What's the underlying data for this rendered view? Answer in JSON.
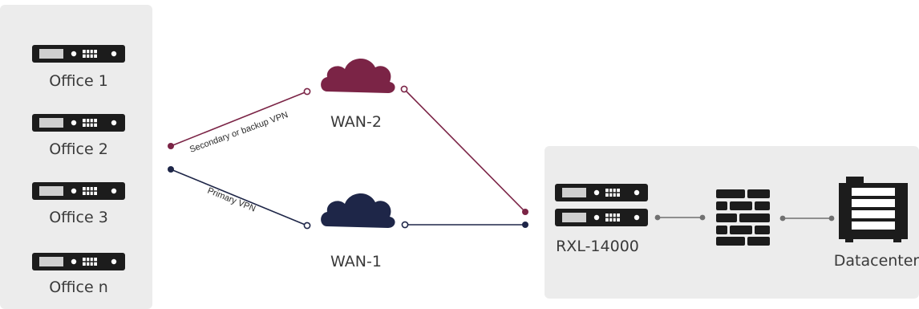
{
  "offices": [
    {
      "label": "Office 1"
    },
    {
      "label": "Office 2"
    },
    {
      "label": "Office 3"
    },
    {
      "label": "Office n"
    }
  ],
  "wans": {
    "wan2": {
      "label": "WAN-2",
      "color": "#7b2446"
    },
    "wan1": {
      "label": "WAN-1",
      "color": "#1e2648"
    }
  },
  "links": {
    "secondary": {
      "label": "Secondary or backup VPN",
      "color": "#7b2446"
    },
    "primary": {
      "label": "Primary VPN",
      "color": "#1e2648"
    }
  },
  "datacenter_site": {
    "appliance_label": "RXL-14000",
    "firewall_icon": "firewall-icon",
    "datacenter_label": "Datacenter",
    "datacenter_icon": "datacenter-icon"
  },
  "colors": {
    "panel": "#ececec",
    "device": "#1c1c1c",
    "connector": "#707070"
  }
}
